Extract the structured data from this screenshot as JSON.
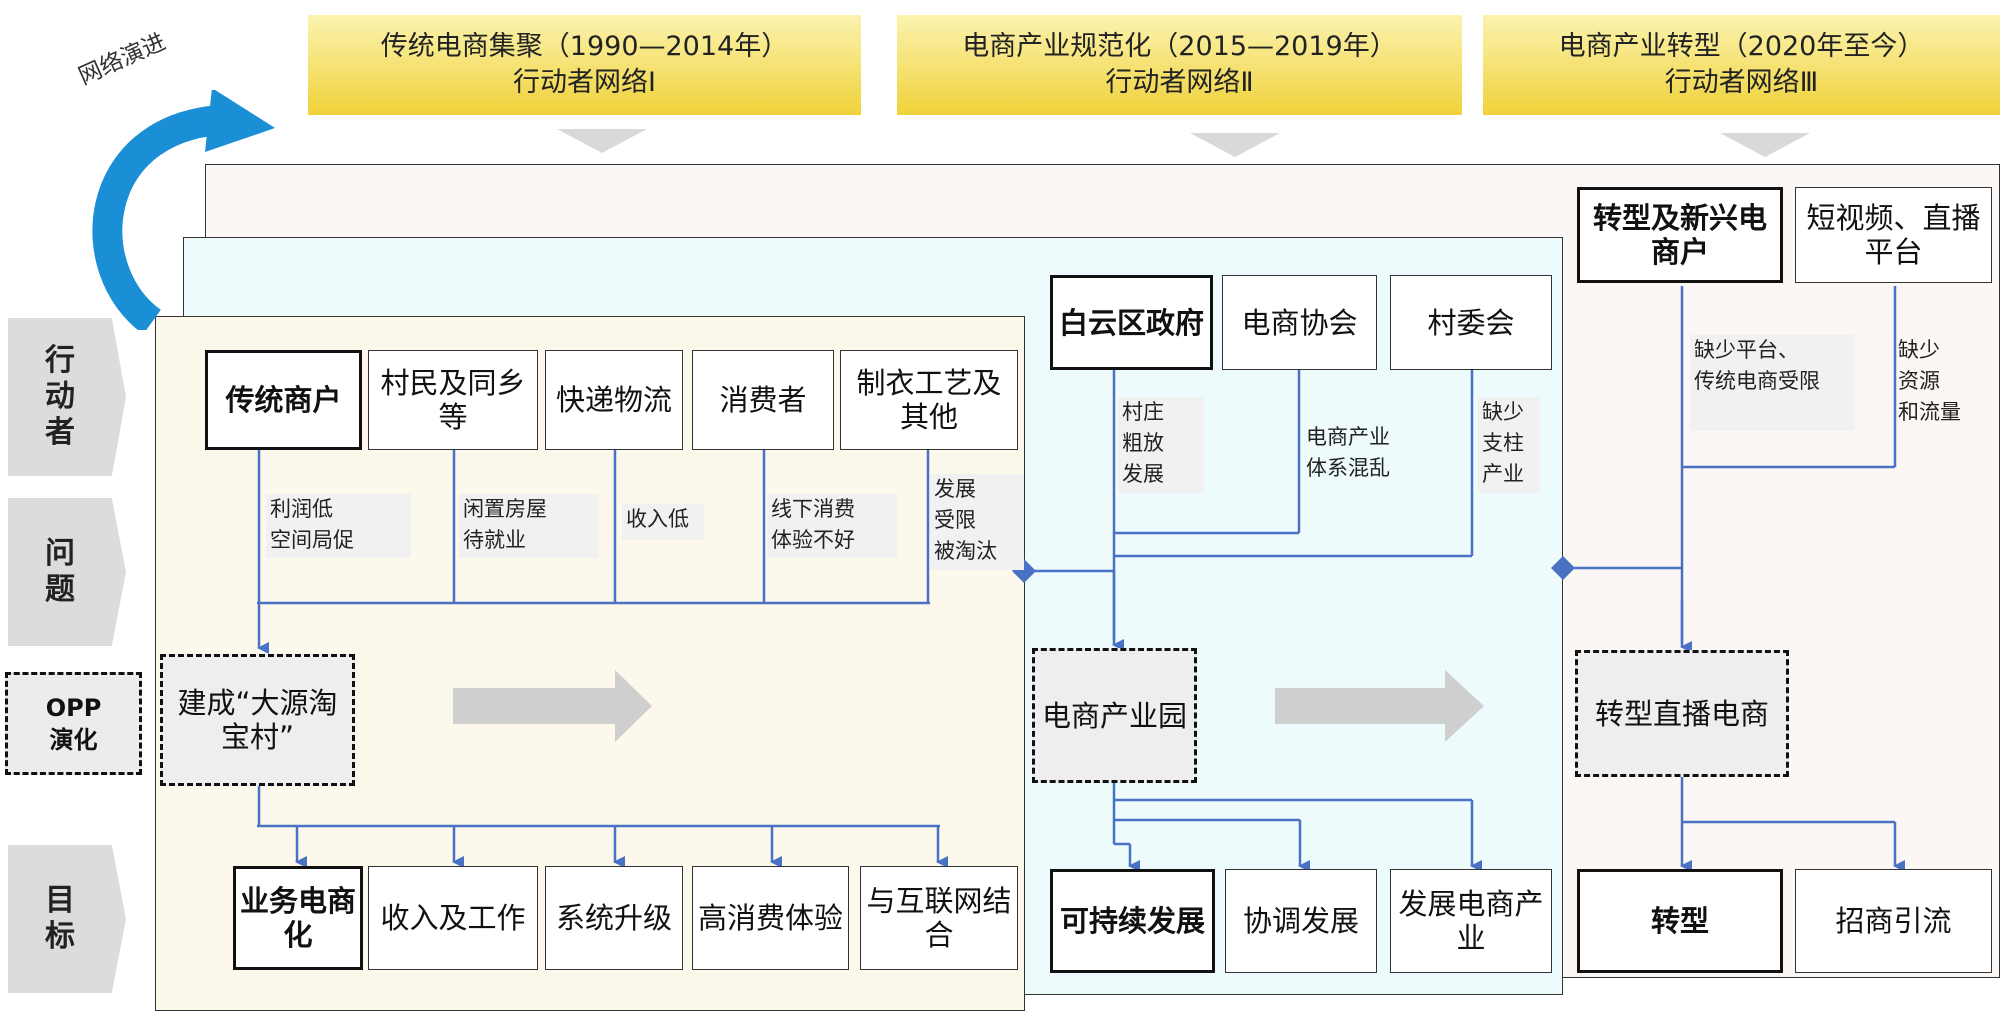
{
  "network_evolution_label": "网络演进",
  "stages": [
    {
      "period": "传统电商集聚（1990—2014年）",
      "network": "行动者网络Ⅰ"
    },
    {
      "period": "电商产业规范化（2015—2019年）",
      "network": "行动者网络Ⅱ"
    },
    {
      "period": "电商产业转型（2020年至今）",
      "network": "行动者网络Ⅲ"
    }
  ],
  "row_labels": {
    "actors": [
      "行",
      "动",
      "者"
    ],
    "problems": [
      "问",
      "题"
    ],
    "opp": [
      "OPP",
      "演化"
    ],
    "goals": [
      "目",
      "标"
    ]
  },
  "phase1": {
    "actors": [
      "传统商户",
      "村民及同乡等",
      "快递物流",
      "消费者",
      "制衣工艺及其他"
    ],
    "problems": [
      "利润低\n空间局促",
      "闲置房屋\n待就业",
      "收入低",
      "线下消费\n体验不好",
      "发展\n受限\n被淘汰"
    ],
    "opp": "建成“大源淘宝村”",
    "goals": [
      "业务电商化",
      "收入及工作",
      "系统升级",
      "高消费体验",
      "与互联网结合"
    ]
  },
  "phase2": {
    "actors": [
      "白云区政府",
      "电商协会",
      "村委会"
    ],
    "problems": [
      "村庄\n粗放\n发展",
      "电商产业\n体系混乱",
      "缺少\n支柱\n产业"
    ],
    "opp": "电商产业园",
    "goals": [
      "可持续发展",
      "协调发展",
      "发展电商产业"
    ]
  },
  "phase3": {
    "actors": [
      "转型及新兴电商户",
      "短视频、直播平台"
    ],
    "problems": [
      "缺少平台、\n传统电商受限",
      "缺少\n资源\n和流量"
    ],
    "opp": "转型直播电商",
    "goals": [
      "转型",
      "招商引流"
    ]
  },
  "colors": {
    "banner_light": "#fbf3b0",
    "banner_dark": "#f0d23a",
    "phase1_bg": "#fdf8ec",
    "phase2_bg": "#eefbfd",
    "phase3_bg": "#fbf7f4",
    "connector": "#4a72c4",
    "curve_arrow": "#1a8fd6"
  }
}
